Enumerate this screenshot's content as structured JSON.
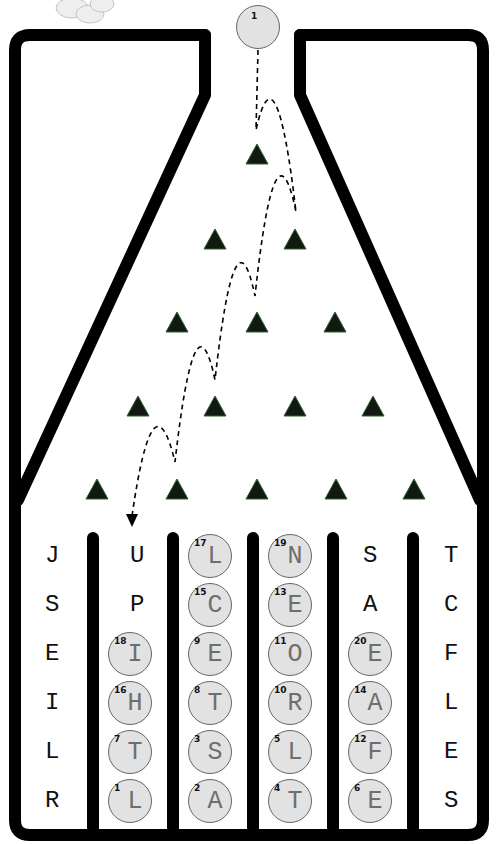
{
  "diagram": {
    "nodes": [
      {
        "text": [
          "1"
        ]
      },
      {
        "text": [
          "17",
          "L"
        ]
      },
      {
        "text": [
          "19",
          "N"
        ]
      },
      {
        "text": [
          "15",
          "C"
        ]
      },
      {
        "text": [
          "13",
          "E"
        ]
      },
      {
        "text": [
          "18",
          "I"
        ]
      },
      {
        "text": [
          "9",
          "E"
        ]
      },
      {
        "text": [
          "11",
          "O"
        ]
      },
      {
        "text": [
          "20",
          "E"
        ]
      },
      {
        "text": [
          "16",
          "H"
        ]
      },
      {
        "text": [
          "8",
          "T"
        ]
      },
      {
        "text": [
          "10",
          "R"
        ]
      },
      {
        "text": [
          "14",
          "A"
        ]
      },
      {
        "text": [
          "7",
          "T"
        ]
      },
      {
        "text": [
          "3",
          "S"
        ]
      },
      {
        "text": [
          "5",
          "L"
        ]
      },
      {
        "text": [
          "12",
          "F"
        ]
      },
      {
        "text": [
          "1",
          "L"
        ]
      },
      {
        "text": [
          "2",
          "A"
        ]
      },
      {
        "text": [
          "4",
          "T"
        ]
      },
      {
        "text": [
          "6",
          "E"
        ]
      }
    ],
    "labels": [
      "J",
      "U",
      "S",
      "T",
      "S",
      "P",
      "A",
      "C",
      "E",
      "F",
      "I",
      "L",
      "L",
      "E",
      "R",
      "S"
    ]
  }
}
